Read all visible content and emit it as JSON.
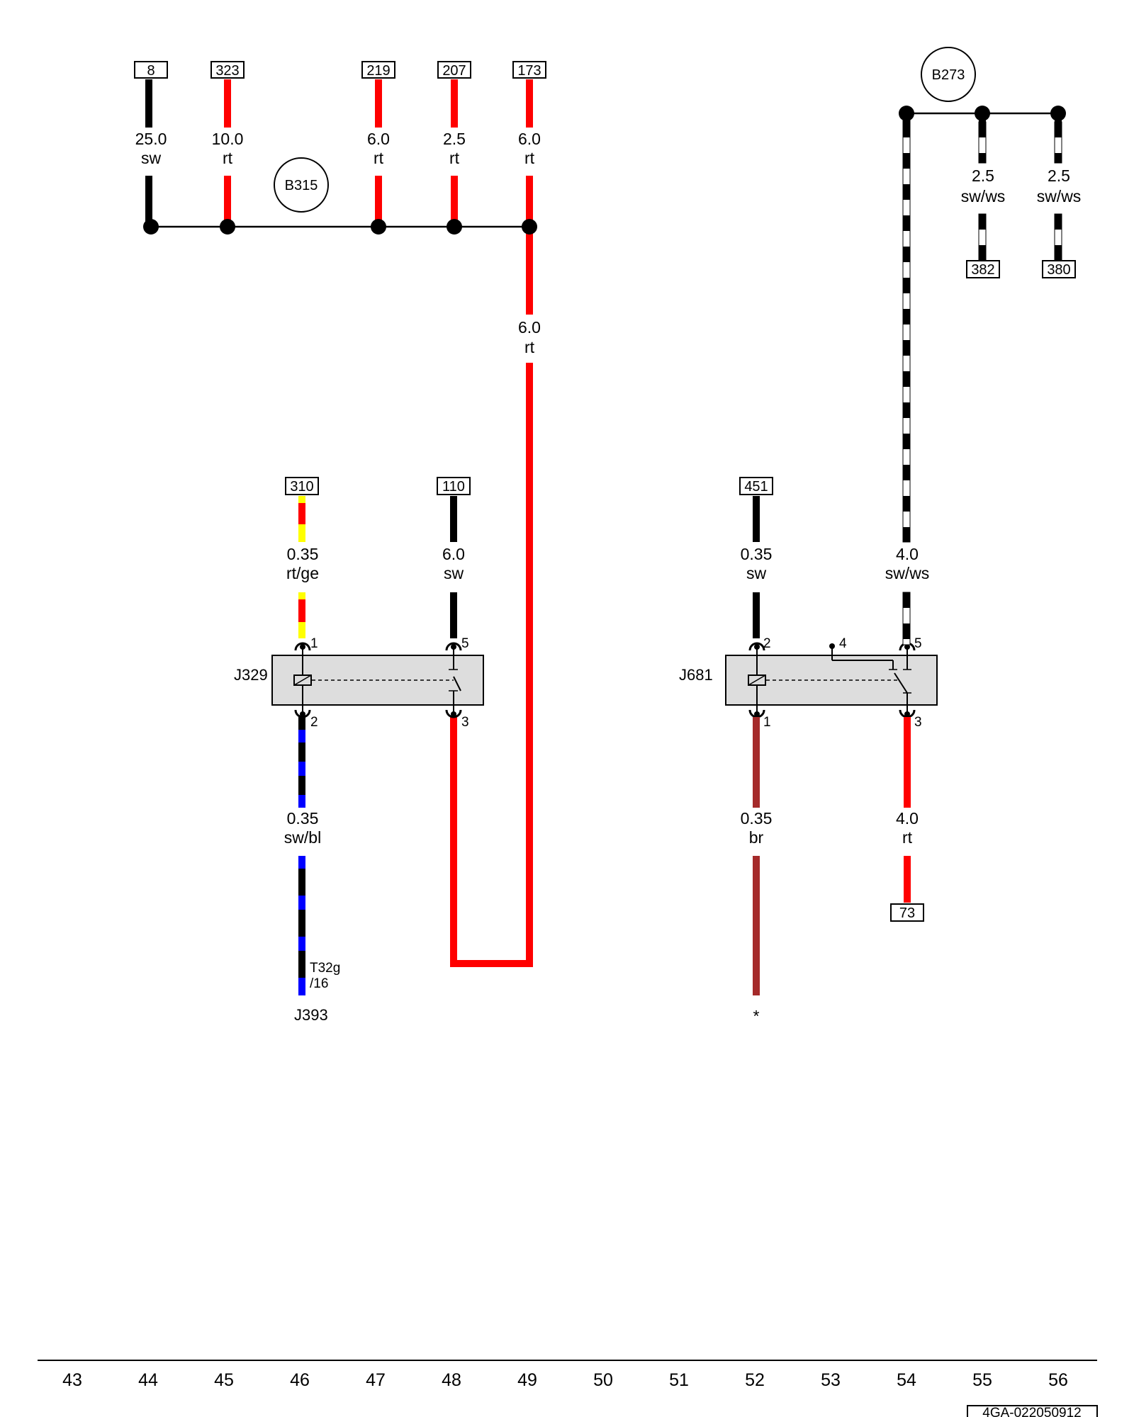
{
  "colors": {
    "red": "#ff0000",
    "black": "#000000",
    "white": "#ffffff",
    "yellow": "#ffff00",
    "blue": "#0000ff",
    "brown": "#a52a2a",
    "component_fill": "#dddddd"
  },
  "wires": {
    "w8": {
      "term": "8",
      "size": "25.0",
      "color": "sw"
    },
    "w323": {
      "term": "323",
      "size": "10.0",
      "color": "rt"
    },
    "w219": {
      "term": "219",
      "size": "6.0",
      "color": "rt"
    },
    "w207": {
      "term": "207",
      "size": "2.5",
      "color": "rt"
    },
    "w173": {
      "term": "173",
      "size": "6.0",
      "color": "rt"
    },
    "w_down": {
      "size": "6.0",
      "color": "rt"
    },
    "w382": {
      "term": "382",
      "size": "2.5",
      "color": "sw/ws"
    },
    "w380": {
      "term": "380",
      "size": "2.5",
      "color": "sw/ws"
    },
    "w310": {
      "term": "310",
      "size": "0.35",
      "color": "rt/ge"
    },
    "w110": {
      "term": "110",
      "size": "6.0",
      "color": "sw"
    },
    "w451": {
      "term": "451",
      "size": "0.35",
      "color": "sw"
    },
    "w_swws": {
      "size": "4.0",
      "color": "sw/ws"
    },
    "w_swbl": {
      "size": "0.35",
      "color": "sw/bl"
    },
    "w_br": {
      "size": "0.35",
      "color": "br"
    },
    "w73": {
      "term": "73",
      "size": "4.0",
      "color": "rt"
    }
  },
  "nodes": {
    "b315": "B315",
    "b273": "B273"
  },
  "components": {
    "j329": {
      "name": "J329",
      "pins": [
        "1",
        "5",
        "2",
        "3"
      ]
    },
    "j681": {
      "name": "J681",
      "pins": [
        "2",
        "4",
        "5",
        "1",
        "3"
      ]
    }
  },
  "connector": {
    "id": "T32g",
    "pin": "/16",
    "target": "J393"
  },
  "asterisk": "*",
  "scale": [
    "43",
    "44",
    "45",
    "46",
    "47",
    "48",
    "49",
    "50",
    "51",
    "52",
    "53",
    "54",
    "55",
    "56"
  ],
  "drawing_code": "4GA-022050912"
}
